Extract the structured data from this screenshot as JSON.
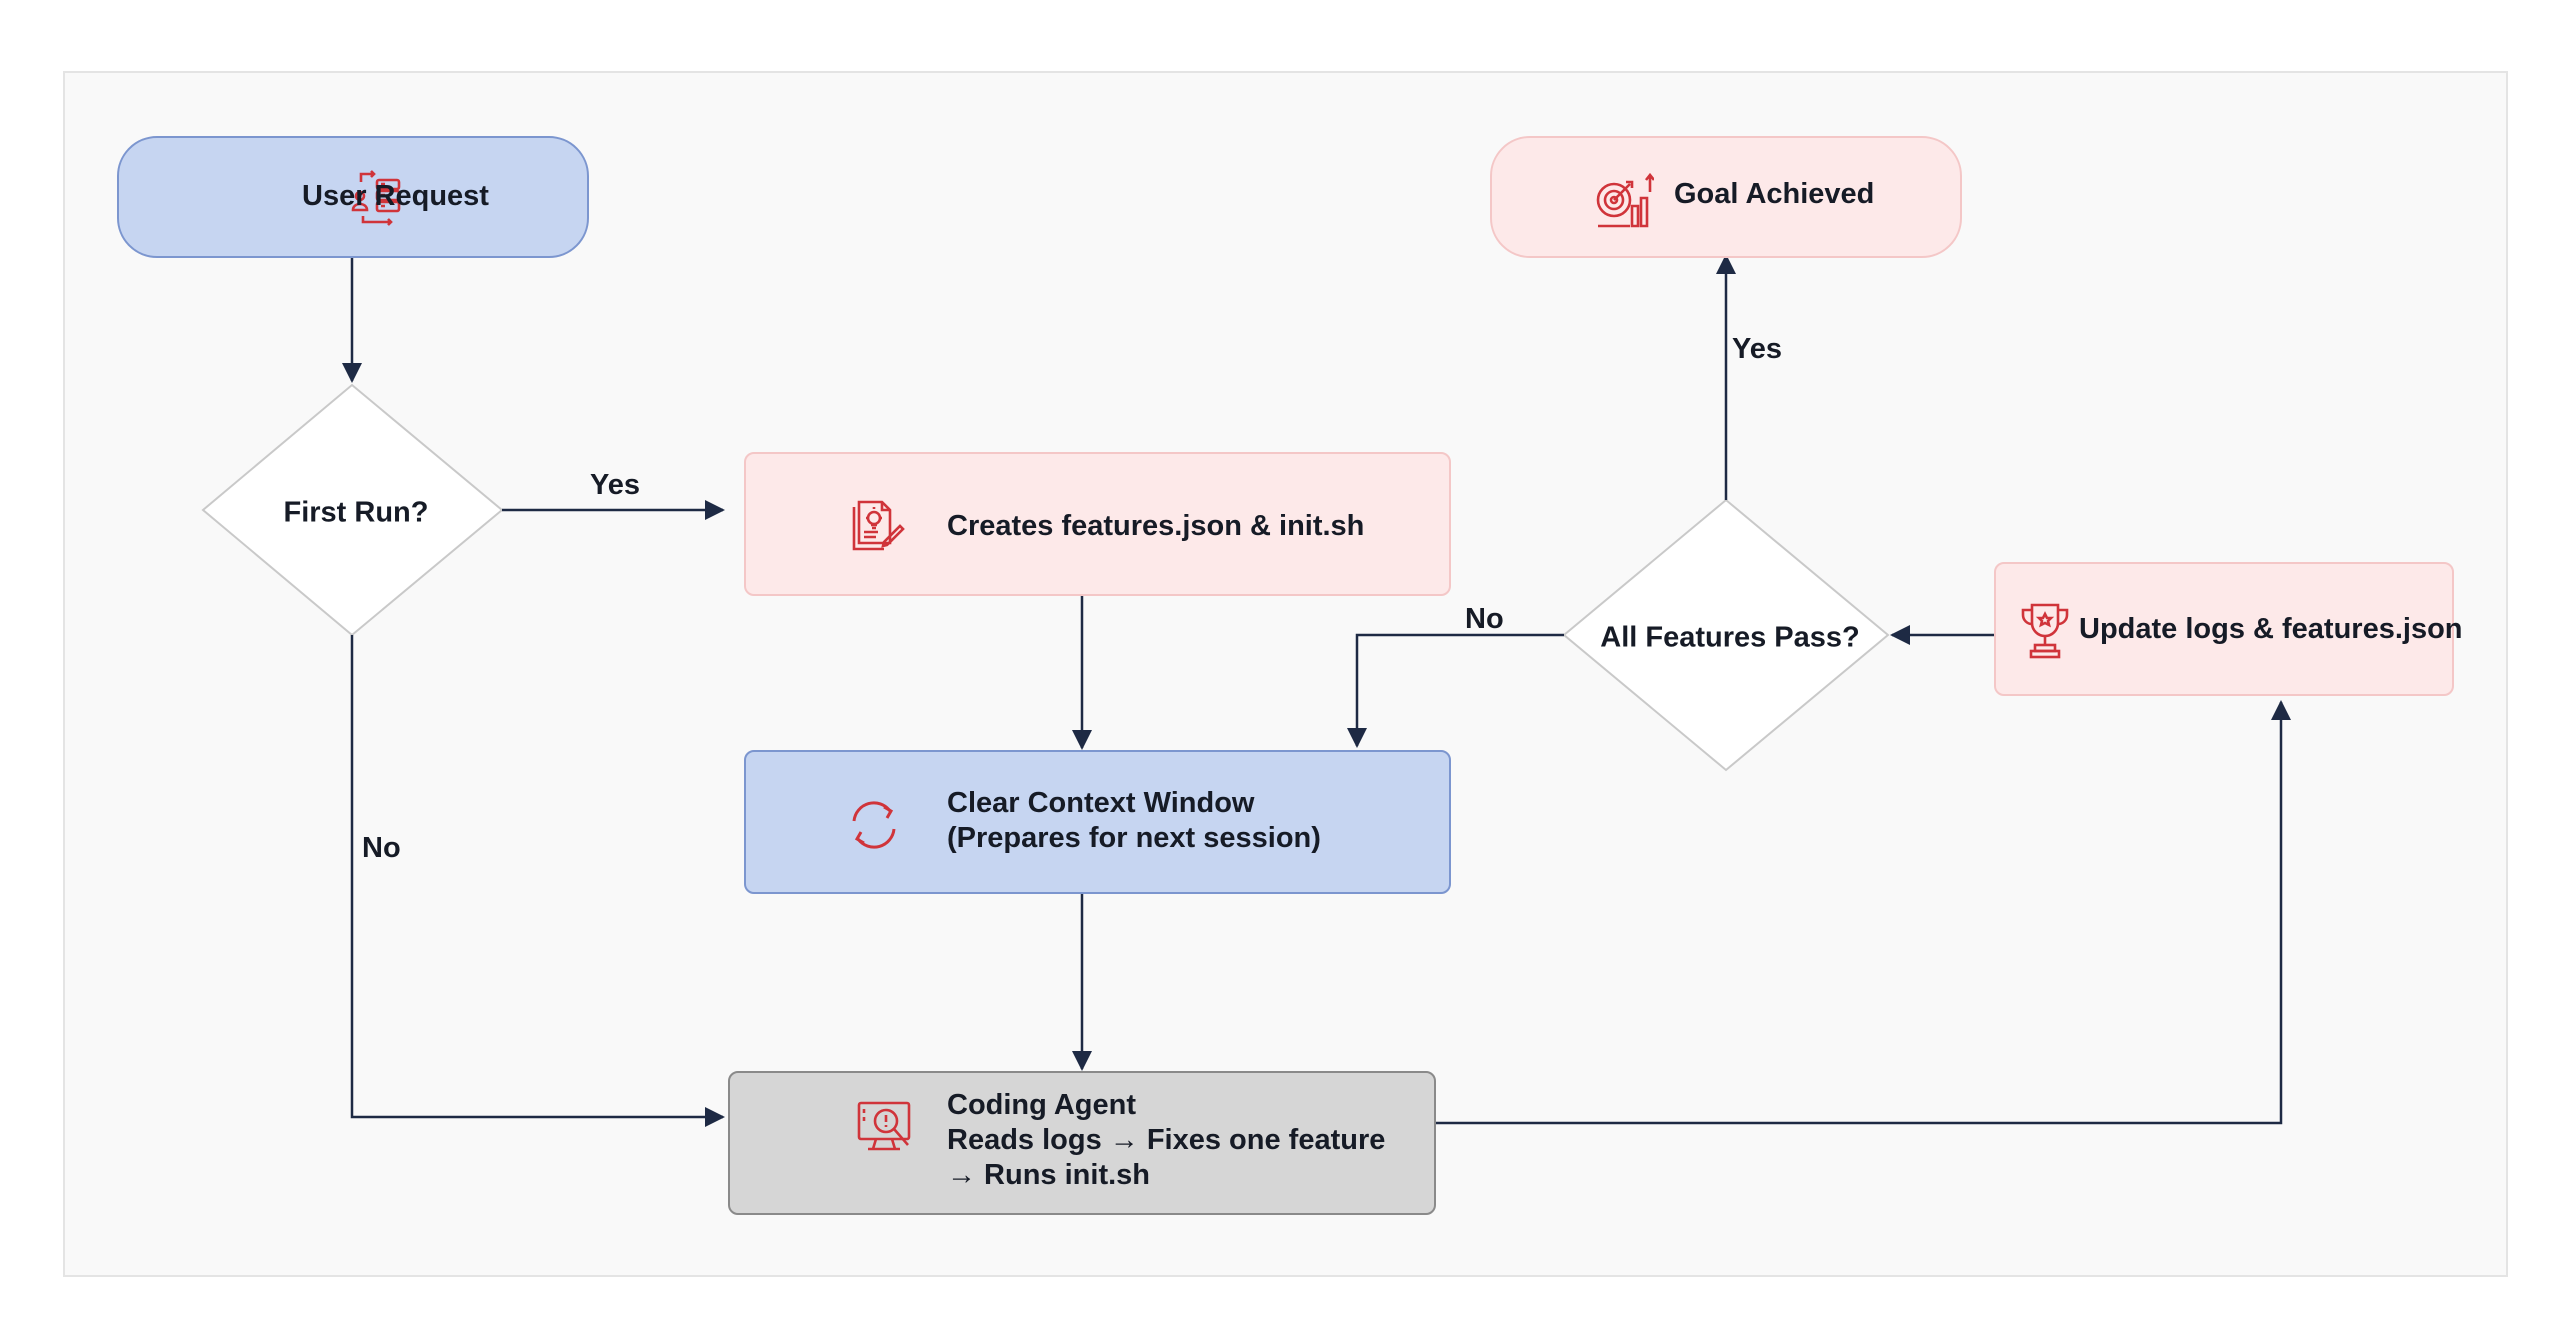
{
  "nodes": {
    "user_request": "User Request",
    "first_run": "First Run?",
    "creates_features": "Creates features.json & init.sh",
    "clear_context": {
      "line1": "Clear Context Window",
      "line2": "(Prepares for next session)"
    },
    "coding_agent": {
      "line1": "Coding Agent",
      "line2": "Reads logs → Fixes one feature",
      "line3": "→ Runs init.sh"
    },
    "goal_achieved": "Goal Achieved",
    "all_features_pass": "All Features Pass?",
    "update_logs": "Update logs & features.json"
  },
  "edge_labels": {
    "first_run_yes": "Yes",
    "first_run_no": "No",
    "all_pass_yes": "Yes",
    "all_pass_no": "No"
  },
  "icons": {
    "user_request": "user-database-icon",
    "creates_features": "document-idea-icon",
    "clear_context": "refresh-icon",
    "coding_agent": "monitor-inspect-icon",
    "goal_achieved": "target-growth-icon",
    "update_logs": "trophy-icon"
  },
  "colors": {
    "blue_fill": "#c6d5f1",
    "pink_fill": "#fde9e9",
    "grey_fill": "#d6d6d6",
    "icon_red": "#d0343a",
    "edge": "#1e2a44"
  }
}
